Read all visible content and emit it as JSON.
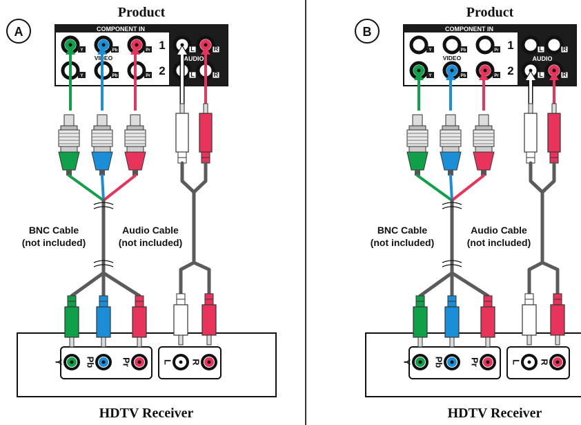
{
  "divider_color": "#333333",
  "colors": {
    "green": "#10a04a",
    "blue": "#1a8fd8",
    "red": "#e8345a",
    "cable_gray": "#5b5b5b",
    "dark": "#1c1c1c"
  },
  "panels": [
    {
      "badge": "A",
      "product_title": "Product",
      "component_header": "COMPONENT IN",
      "video_label": "VIDEO",
      "audio_label": "AUDIO",
      "row_numbers": [
        "1",
        "2"
      ],
      "jack_tags": [
        "Y",
        "Pb",
        "Pr"
      ],
      "audio_tags": [
        "L",
        "R"
      ],
      "bnc_cable_label": [
        "BNC Cable",
        "(not included)"
      ],
      "audio_cable_label": [
        "Audio Cable",
        "(not included)"
      ],
      "receiver_jack_labels": [
        "Y",
        "Pb",
        "Pr",
        "L",
        "R"
      ],
      "receiver_title": "HDTV Receiver",
      "connected_row": "1"
    },
    {
      "badge": "B",
      "product_title": "Product",
      "component_header": "COMPONENT IN",
      "video_label": "VIDEO",
      "audio_label": "AUDIO",
      "row_numbers": [
        "1",
        "2"
      ],
      "jack_tags": [
        "Y",
        "Pb",
        "Pr"
      ],
      "audio_tags": [
        "L",
        "R"
      ],
      "bnc_cable_label": [
        "BNC Cable",
        "(not included)"
      ],
      "audio_cable_label": [
        "Audio Cable",
        "(not included)"
      ],
      "receiver_jack_labels": [
        "Y",
        "Pb",
        "Pr",
        "L",
        "R"
      ],
      "receiver_title": "HDTV Receiver",
      "connected_row": "2"
    }
  ]
}
